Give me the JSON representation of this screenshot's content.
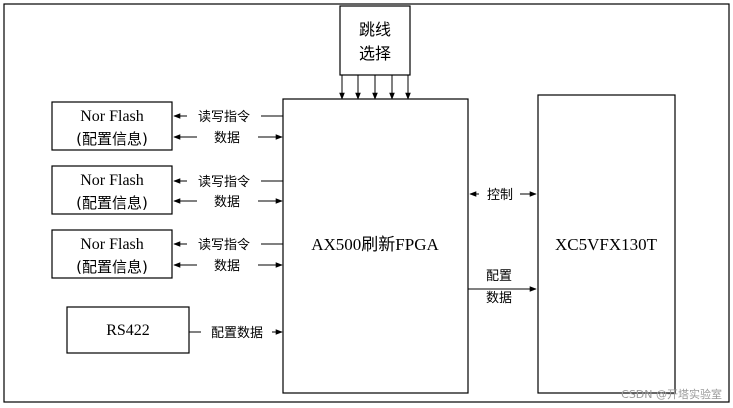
{
  "jumper": {
    "line1": "跳线",
    "line2": "选择"
  },
  "nor_flash": [
    {
      "name": "Nor Flash",
      "sub": "(配置信息)",
      "sig_read": "读写指令",
      "sig_data": "数据"
    },
    {
      "name": "Nor Flash",
      "sub": "(配置信息)",
      "sig_read": "读写指令",
      "sig_data": "数据"
    },
    {
      "name": "Nor Flash",
      "sub": "(配置信息)",
      "sig_read": "读写指令",
      "sig_data": "数据"
    }
  ],
  "rs422": {
    "name": "RS422",
    "sig": "配置数据"
  },
  "fpga": {
    "name": "AX500刷新FPGA"
  },
  "target": {
    "name": "XC5VFX130T"
  },
  "links": {
    "control": "控制",
    "config_line1": "配置",
    "config_line2": "数据"
  },
  "watermark": "CSDN @开塔实验室"
}
